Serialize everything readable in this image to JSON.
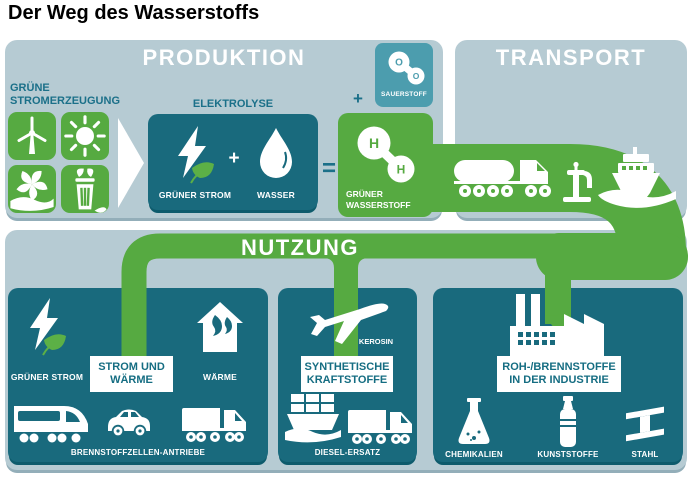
{
  "title": "Der Weg des Wasserstoffs",
  "colors": {
    "panel": "#b6cbd3",
    "panel_edge": "#93aeb9",
    "dark_box": "#196a7d",
    "dark_box_edge": "#0d5b6c",
    "flow_green": "#56aa41",
    "oxygen_tile": "#4c9dae",
    "teal_text": "#1b7089",
    "white": "#ffffff"
  },
  "production": {
    "header": "PRODUKTION",
    "green_power_line1": "GRÜNE",
    "green_power_line2": "STROMERZEUGUNG",
    "source_icons": [
      "wind-turbine",
      "sun",
      "water-turbine",
      "biomass"
    ],
    "electrolysis_label": "ELEKTROLYSE",
    "green_electricity_label": "GRÜNER STROM",
    "water_label": "WASSER",
    "plus_sign": "+",
    "equals_sign": "=",
    "oxygen_plus_sign": "+",
    "oxygen": {
      "label": "SAUERSTOFF",
      "atom1": "O",
      "atom2": "O"
    },
    "hydrogen": {
      "label_line1": "GRÜNER",
      "label_line2": "WASSERSTOFF",
      "atom1": "H",
      "atom2": "H"
    }
  },
  "transport": {
    "header": "TRANSPORT",
    "icons": [
      "tanker-truck",
      "fuel-pump",
      "cargo-ship"
    ]
  },
  "usage": {
    "header": "NUTZUNG",
    "power_heat": {
      "green_electricity_label": "GRÜNER STROM",
      "tag_line1": "STROM UND",
      "tag_line2": "WÄRME",
      "heat_label": "WÄRME",
      "bottom_label": "BRENNSTOFFZELLEN-ANTRIEBE",
      "icons": [
        "lightning-leaf",
        "house-heat",
        "train",
        "car",
        "truck"
      ]
    },
    "synthetic_fuels": {
      "kerosene_label": "KEROSIN",
      "tag_line1": "SYNTHETISCHE",
      "tag_line2": "KRAFTSTOFFE",
      "bottom_label": "DIESEL-ERSATZ",
      "icons": [
        "plane",
        "container-ship",
        "truck"
      ]
    },
    "industry": {
      "tag_line1": "ROH-/BRENNSTOFFE",
      "tag_line2": "IN DER INDUSTRIE",
      "chemicals_label": "CHEMIKALIEN",
      "plastics_label": "KUNSTSTOFFE",
      "steel_label": "STAHL",
      "icons": [
        "factory",
        "flask",
        "bottle",
        "steel-beam"
      ]
    }
  }
}
